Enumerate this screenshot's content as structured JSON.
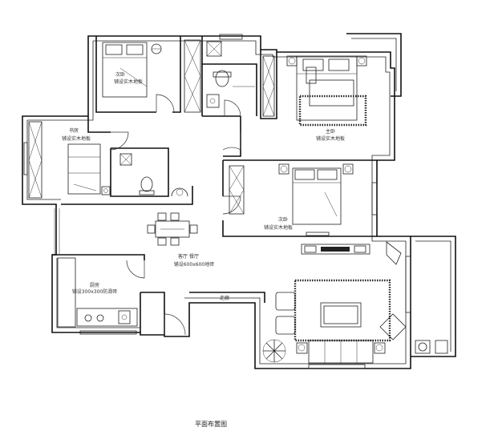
{
  "plan": {
    "title": "平面布置图",
    "rooms": {
      "bedroom_top_left": {
        "name": "次卧",
        "floor": "铺设实木地板"
      },
      "study": {
        "name": "书房",
        "floor": "铺设实木地板"
      },
      "master_bedroom": {
        "name": "主卧",
        "floor": "铺设实木地板"
      },
      "bedroom_middle": {
        "name": "次卧",
        "floor": "铺设实木地板"
      },
      "dining_living": {
        "name": "客厅 餐厅",
        "floor": "铺设600x600地砖"
      },
      "kitchen": {
        "name": "厨房",
        "floor": "铺设300x300防滑砖"
      },
      "corridor": {
        "name": "走廊"
      }
    }
  }
}
